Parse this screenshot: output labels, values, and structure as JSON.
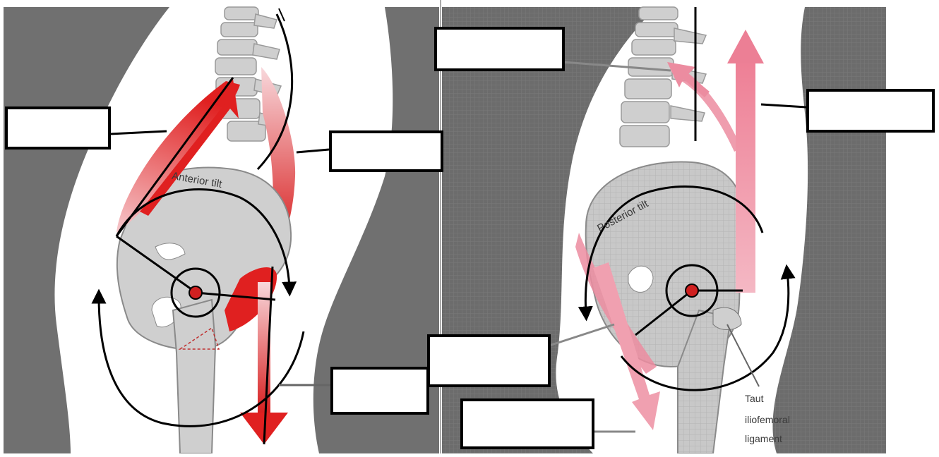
{
  "left_panel": {
    "tilt_label": "Anterior tilt"
  },
  "right_panel": {
    "tilt_label": "Posterior tilt",
    "ligament_label": [
      "Taut",
      "iliofemoral",
      "ligament"
    ]
  },
  "label_boxes": [
    "",
    "",
    "",
    "",
    "",
    "",
    ""
  ],
  "colors": {
    "background_gray": "#707070",
    "bone": "#cfcfcf",
    "muscle_red": "#e02020",
    "muscle_pink": "#e8a0a8",
    "arrow_red": "#d83030",
    "arrow_pink": "#ec8ca0",
    "leader_line": "#000000"
  }
}
